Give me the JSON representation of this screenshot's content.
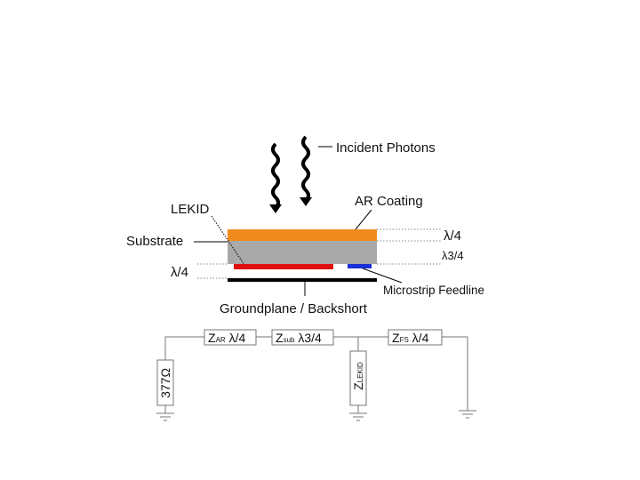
{
  "diagram": {
    "labels": {
      "incident_photons": "Incident Photons",
      "ar_coating": "AR Coating",
      "lekid": "LEKID",
      "substrate": "Substrate",
      "lambda_quarter_left": "λ/4",
      "lambda_quarter_right": "λ/4",
      "lambda_three_quarter": "λ3/4",
      "microstrip_feedline": "Microstrip Feedline",
      "groundplane": "Groundplane / Backshort"
    },
    "circuit": {
      "resistor_377": "377Ω",
      "z_ar": {
        "main": "Z",
        "sub": "AR",
        "suffix": " λ/4"
      },
      "z_sub": {
        "main": "Z",
        "sub": "sub",
        "suffix": " λ3/4"
      },
      "z_fs": {
        "main": "Z",
        "sub": "FS",
        "suffix": " λ/4"
      },
      "z_lekid": {
        "main": "Z",
        "sub": "LEKID"
      }
    },
    "colors": {
      "ar_coating": "#f08a1e",
      "substrate": "#a9a9a9",
      "lekid_strip": "#e01010",
      "feedline": "#1a2ed6",
      "groundplane": "#000000",
      "guide_lines": "#888888"
    }
  }
}
